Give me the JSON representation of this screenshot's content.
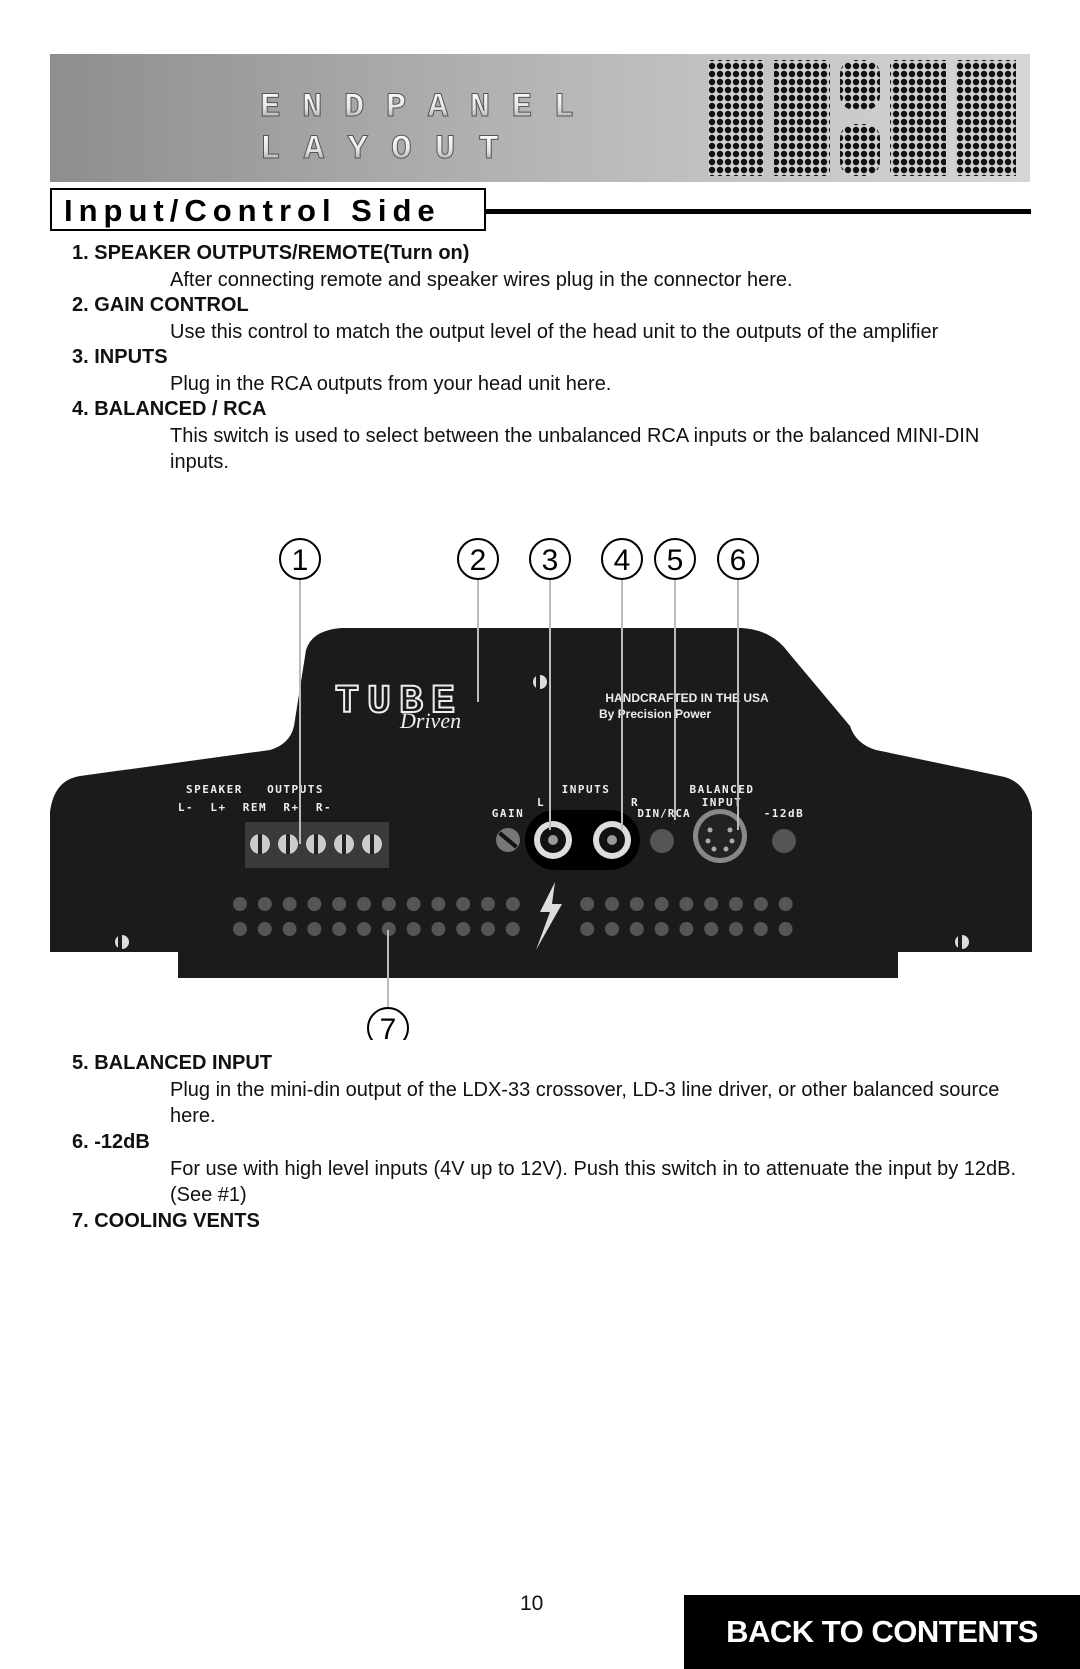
{
  "banner": {
    "title_line1": "ENDPANEL",
    "title_line2": "LAYOUT"
  },
  "section_title": "Input/Control Side",
  "items_top": [
    {
      "head": "1.  SPEAKER OUTPUTS/REMOTE(Turn on)",
      "body": "After connecting remote and speaker wires plug in the connector here."
    },
    {
      "head": "2.   GAIN CONTROL",
      "body": "Use this control to match the output level of the head unit to the outputs of the amplifier"
    },
    {
      "head": "3.  INPUTS",
      "body": "Plug in the RCA outputs from your head unit here."
    },
    {
      "head": "4.  BALANCED / RCA",
      "body": "This switch is used to select between the unbalanced RCA inputs or the balanced MINI-DIN inputs."
    }
  ],
  "diagram": {
    "callouts": [
      "1",
      "2",
      "3",
      "4",
      "5",
      "6",
      "7"
    ],
    "brand": "TUBE",
    "brand_script": "Driven",
    "tagline1": "HANDCRAFTED IN THE USA",
    "tagline2": "By Precision Power",
    "speaker_label": "SPEAKER   OUTPUTS",
    "speaker_pins": "L-  L+  REM  R+  R-",
    "gain_label": "GAIN",
    "inputs_label": "INPUTS",
    "input_l": "L",
    "input_r": "R",
    "balanced_label": "BALANCED",
    "input_label": "INPUT",
    "din_rca_label": "DIN/RCA",
    "db_label": "-12dB"
  },
  "items_bottom": [
    {
      "head": "5.  BALANCED INPUT",
      "body": "Plug in the mini-din output of the LDX-33 crossover, LD-3 line driver, or other balanced source here."
    },
    {
      "head": "6.  -12dB",
      "body": "For use with high level inputs (4V up to 12V). Push this switch in to attenuate the input by 12dB. (See #1)"
    },
    {
      "head": "7.  COOLING VENTS",
      "body": ""
    }
  ],
  "page_number": "10",
  "back_button": "BACK TO CONTENTS"
}
